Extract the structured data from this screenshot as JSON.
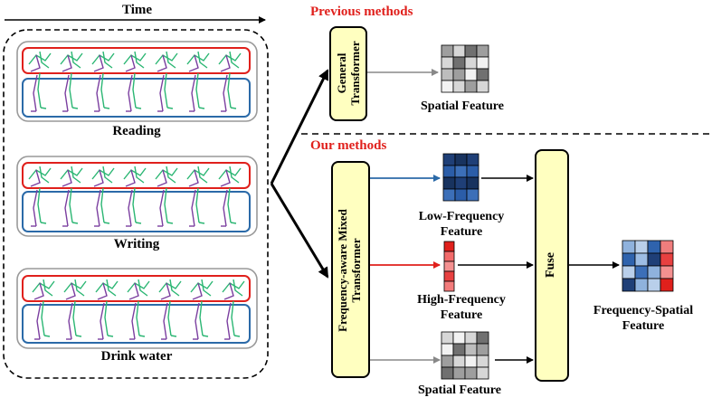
{
  "time_label": "Time",
  "previous_methods": "Previous methods",
  "our_methods": "Our methods",
  "general_transformer": [
    "General",
    "Transformer"
  ],
  "frequency_transformer": [
    "Frequency-aware Mixed",
    "Transformer"
  ],
  "fuse_label": "Fuse",
  "actions": [
    "Reading",
    "Writing",
    "Drink water"
  ],
  "features": {
    "spatial_top": "Spatial Feature",
    "low_frequency": [
      "Low-Frequency",
      "Feature"
    ],
    "high_frequency": [
      "High-Frequency",
      "Feature"
    ],
    "spatial_bottom": "Spatial Feature",
    "frequency_spatial": [
      "Frequency-Spatial",
      "Feature"
    ]
  },
  "colors": {
    "red": "#e0201c",
    "blue": "#2b6aa8",
    "skeleton_green": "#2bb673",
    "skeleton_purple": "#7b3fa0",
    "box_fill": "#ffffc0"
  }
}
